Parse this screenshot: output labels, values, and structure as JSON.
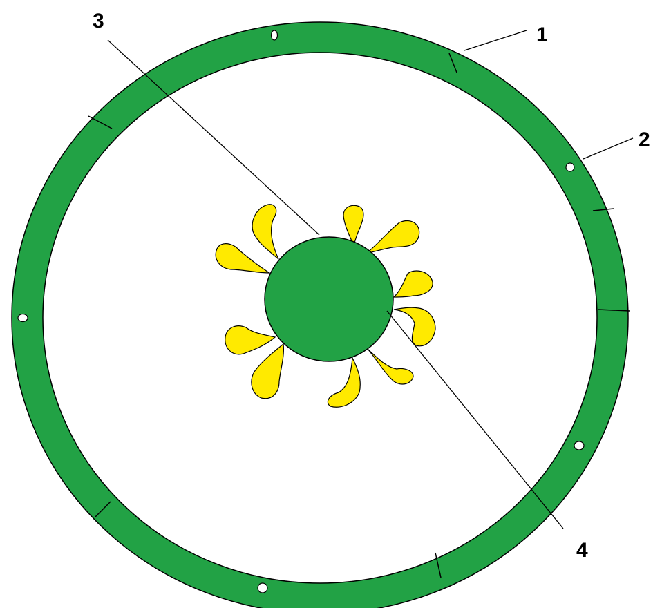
{
  "diagram": {
    "labels": {
      "l1": "1",
      "l2": "2",
      "l3": "3",
      "l4": "4"
    },
    "colors": {
      "ring": "#22a245",
      "hub": "#22a245",
      "petals": "#ffea00",
      "outline": "#000000",
      "background": "#ffffff"
    }
  }
}
